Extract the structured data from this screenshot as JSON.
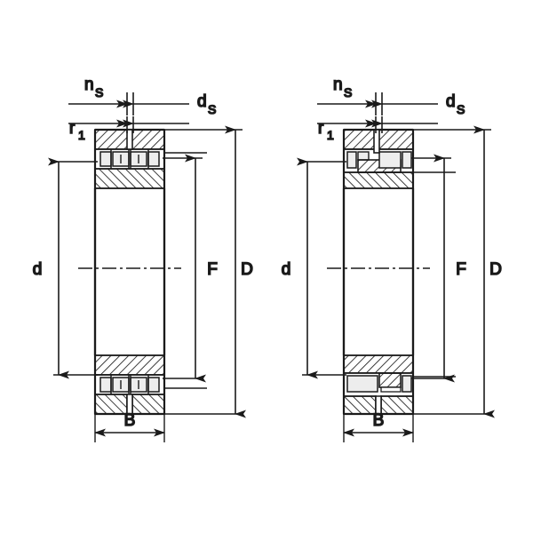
{
  "drawing": {
    "title": "Cylindrical roller bearing cross-section dimension drawing",
    "type": "engineering-technical-drawing",
    "background": "#ffffff",
    "line_color": "#1a1a1a",
    "hatch_color": "#1a1a1a",
    "roller_fill": "#ededed",
    "views": [
      {
        "id": "left-view",
        "name": "bearing-cross-section-left",
        "description": "Double row cylindrical roller bearing, symmetric rollers with cage",
        "labels": {
          "bore": "d",
          "outer": "D",
          "raceway": "F",
          "width": "B",
          "rib_width": "n",
          "rib_width_sub": "S",
          "groove_dia": "d",
          "groove_dia_sub": "S",
          "chamfer": "r",
          "chamfer_sub": "1"
        }
      },
      {
        "id": "right-view",
        "name": "bearing-cross-section-right",
        "description": "Double row cylindrical roller bearing variant, offset inner ring rib",
        "labels": {
          "bore": "d",
          "outer": "D",
          "raceway": "F",
          "width": "B",
          "rib_width": "n",
          "rib_width_sub": "S",
          "groove_dia": "d",
          "groove_dia_sub": "S",
          "chamfer": "r",
          "chamfer_sub": "1"
        }
      }
    ]
  }
}
